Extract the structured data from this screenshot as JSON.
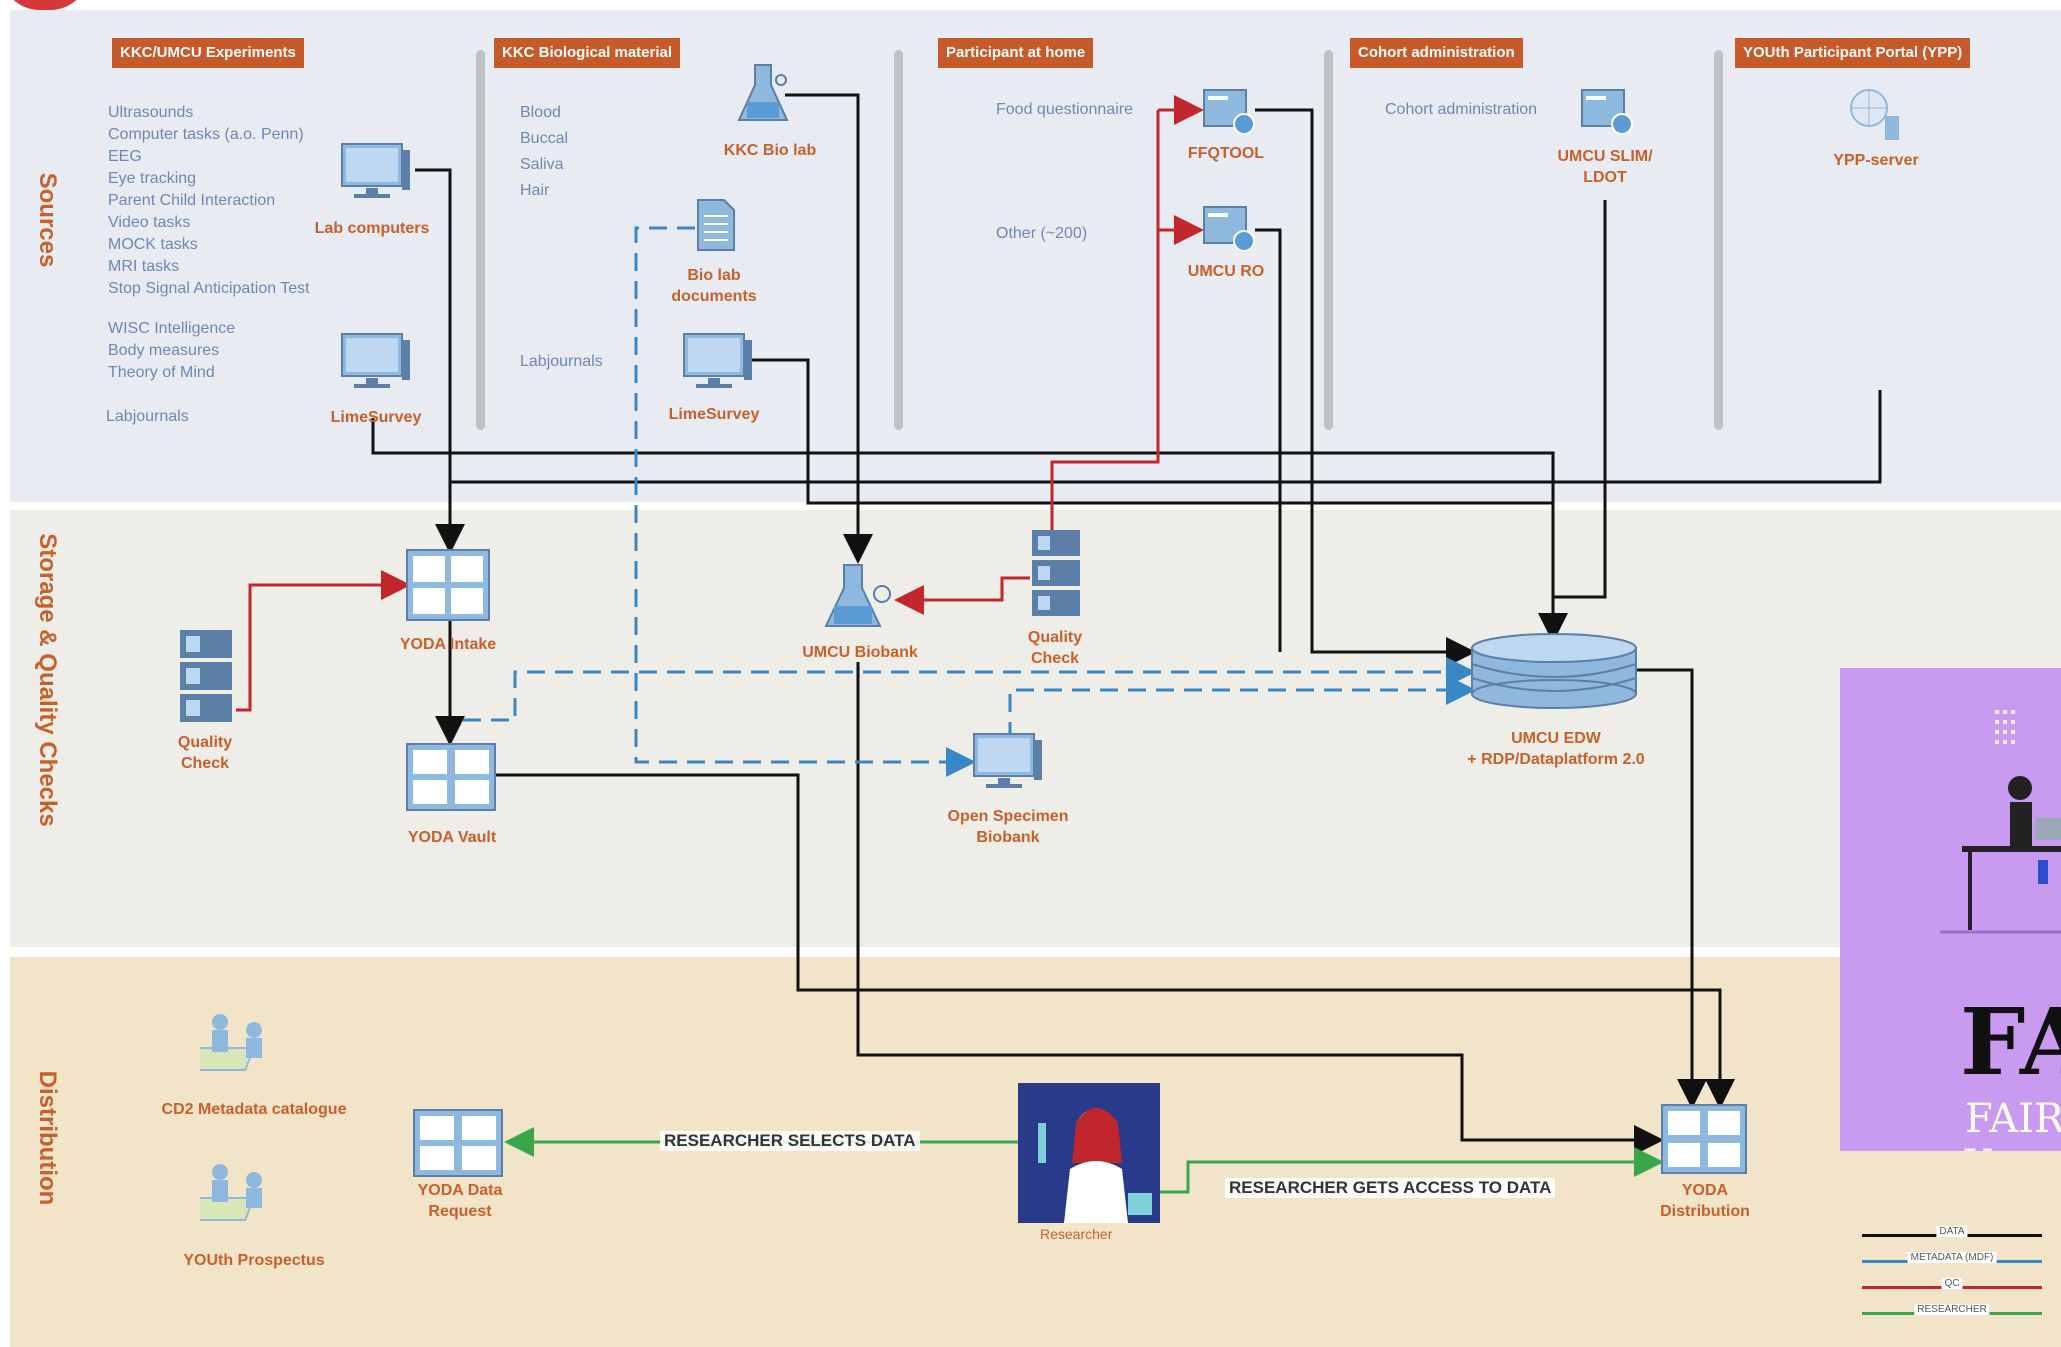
{
  "bands": {
    "sources": "Sources",
    "storage": "Storage & Quality Checks",
    "distribution": "Distribution"
  },
  "headers": {
    "kkc_experiments": "KKC/UMCU  Experiments",
    "kkc_bio": "KKC Biological material",
    "participant_home": "Participant at home",
    "cohort_admin": "Cohort administration",
    "ypp": "YOUth Participant Portal (YPP)"
  },
  "experiments_list": [
    "Ultrasounds",
    "Computer tasks (a.o. Penn)",
    "EEG",
    "Eye tracking",
    "Parent Child Interaction",
    "Video tasks",
    "MOCK tasks",
    "MRI tasks",
    "Stop Signal Anticipation Test"
  ],
  "experiments_list2": [
    "WISC Intelligence",
    "Body measures",
    "Theory of Mind"
  ],
  "labjournals_left": "Labjournals",
  "bio_list": [
    "Blood",
    "Buccal",
    "Saliva",
    "Hair"
  ],
  "labjournals_bio": "Labjournals",
  "food_questionnaire": "Food questionnaire",
  "other_200": "Other (~200)",
  "cohort_admin_text": "Cohort administration",
  "nodes": {
    "lab_computers": "Lab computers",
    "limesurvey_left": "LimeSurvey",
    "kkc_bio_lab": "KKC Bio lab",
    "bio_lab_docs": "Bio lab\ndocuments",
    "limesurvey_bio": "LimeSurvey",
    "ffqtool": "FFQTOOL",
    "umcu_ro": "UMCU RO",
    "umcu_slim": "UMCU SLIM/\nLDOT",
    "ypp_server": "YPP-server",
    "quality_check_left": "Quality\nCheck",
    "yoda_intake": "YODA Intake",
    "yoda_vault": "YODA Vault",
    "umcu_biobank": "UMCU Biobank",
    "quality_check_mid": "Quality\nCheck",
    "open_specimen": "Open Specimen\nBiobank",
    "umcu_edw": "UMCU EDW\n+ RDP/Dataplatform 2.0",
    "cd2_catalogue": "CD2 Metadata catalogue",
    "youth_prospectus": "YOUth Prospectus",
    "yoda_data_request": "YODA Data\nRequest",
    "researcher": "Researcher",
    "yoda_distribution": "YODA\nDistribution"
  },
  "flows": {
    "selects": "RESEARCHER SELECTS DATA",
    "access": "RESEARCHER GETS ACCESS TO DATA"
  },
  "poster": {
    "title": "FAI",
    "subtitle": "FAIR Y"
  },
  "legend": [
    "DATA",
    "METADATA (MDF)",
    "QC",
    "RESEARCHER"
  ],
  "colors": {
    "orange": "#c75a2a",
    "red": "#c0262b",
    "blue": "#3a87c8",
    "green": "#3aa64a",
    "poster": "#c89af0"
  }
}
